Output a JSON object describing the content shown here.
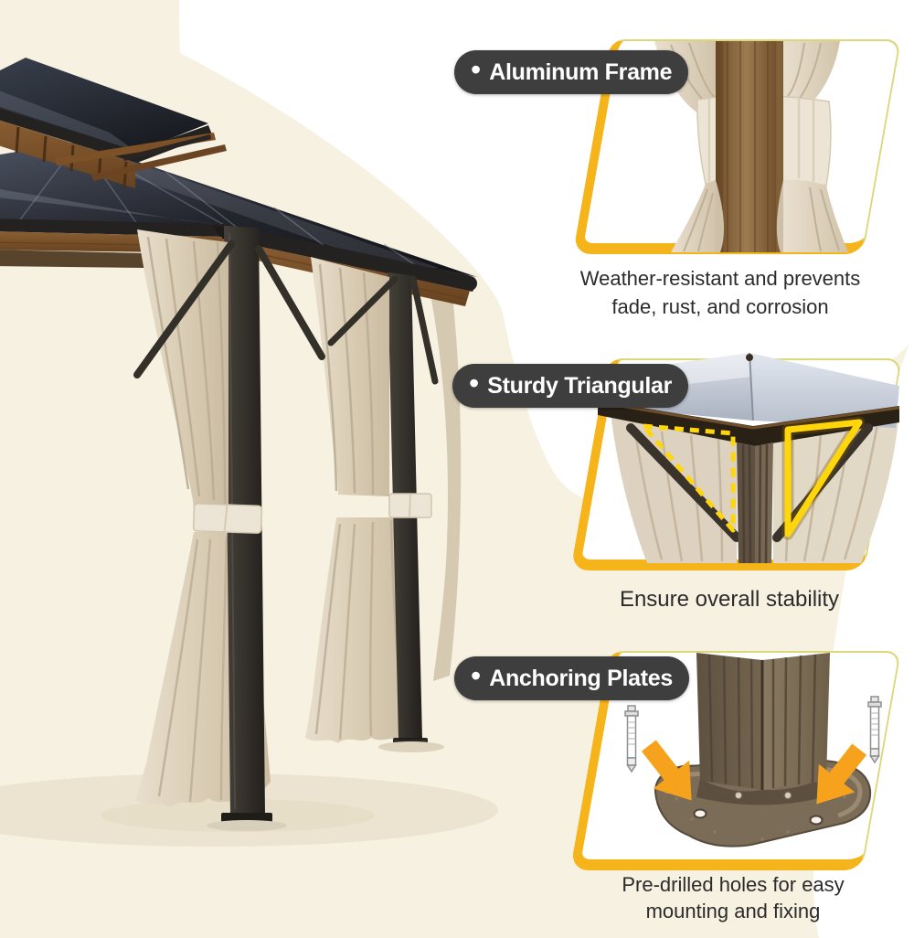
{
  "page": {
    "background_base_color": "#f7f1e1",
    "background_highlight_color": "#ffffff",
    "frame_border_color": "#f6b41b",
    "frame_border_light_color": "#dcd77a",
    "pill_background_color": "#3e3e3e",
    "pill_text_color": "#ffffff",
    "caption_text_color": "#2b2b2b",
    "triangle_highlight_color": "#ffd60a",
    "arrow_color": "#f6a21d"
  },
  "hero": {
    "illustration": "hardtop-gazebo-with-tied-beige-curtains"
  },
  "features": [
    {
      "bullet": "•",
      "label": "Aluminum Frame",
      "caption_lines": [
        "Weather-resistant and prevents",
        "fade, rust, and corrosion"
      ],
      "illustration": "curtain-tieback-on-aluminum-post"
    },
    {
      "bullet": "•",
      "label": "Sturdy Triangular",
      "caption_lines": [
        "Ensure overall stability"
      ],
      "illustration": "corner-braces-with-triangle-highlights"
    },
    {
      "bullet": "•",
      "label": "Anchoring Plates",
      "caption_lines": [
        "Pre-drilled holes for easy",
        "mounting and fixing"
      ],
      "illustration": "anchor-plate-with-expansion-bolts-and-arrows"
    }
  ]
}
